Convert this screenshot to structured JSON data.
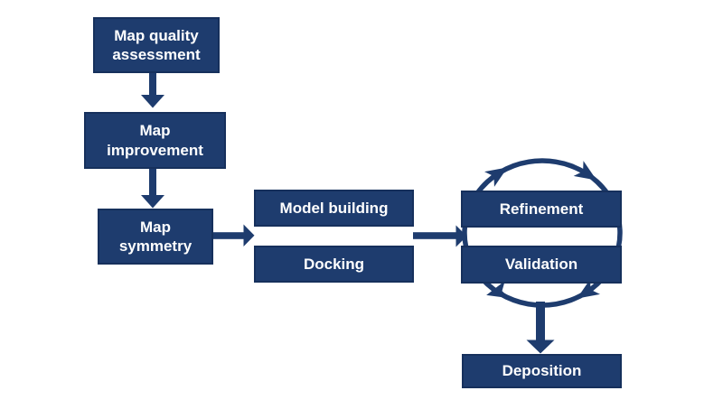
{
  "flow": {
    "map_quality": {
      "line1": "Map quality",
      "line2": "assessment"
    },
    "map_improvement": {
      "line1": "Map",
      "line2": "improvement"
    },
    "map_symmetry": {
      "line1": "Map",
      "line2": "symmetry"
    },
    "model_building": {
      "label": "Model building"
    },
    "docking": {
      "label": "Docking"
    },
    "refinement": {
      "label": "Refinement"
    },
    "validation": {
      "label": "Validation"
    },
    "deposition": {
      "label": "Deposition"
    }
  },
  "colors": {
    "box_fill": "#1e3c6e",
    "box_border": "#16305c",
    "arrow": "#1e3c6e",
    "text": "#ffffff",
    "background": "#ffffff"
  }
}
